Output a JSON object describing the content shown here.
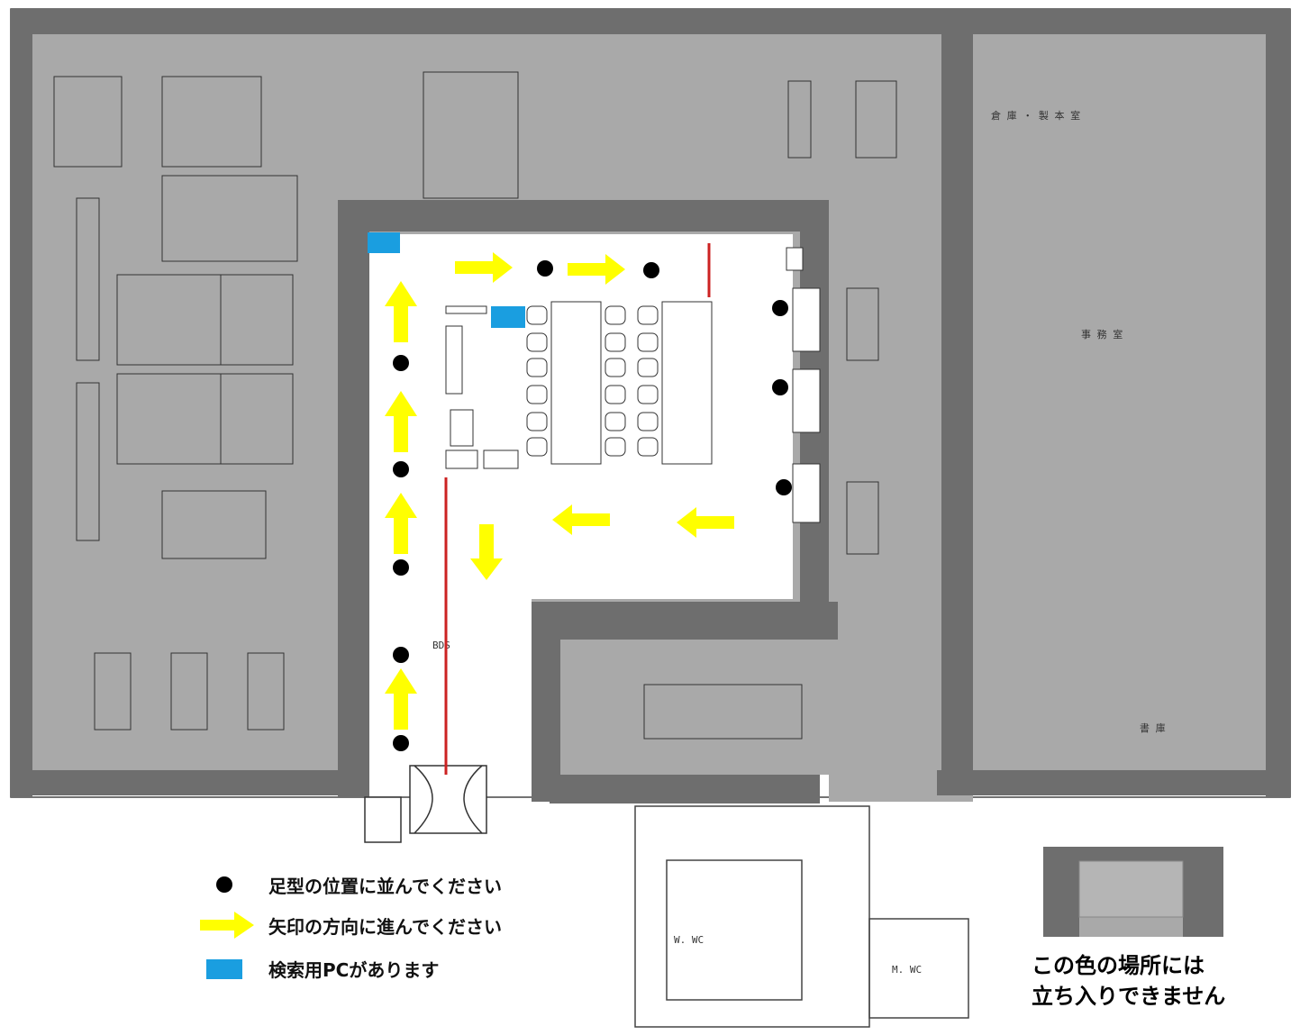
{
  "colors": {
    "restricted": "#a9a9a9",
    "wall": "#666666",
    "arrow": "#ffff00",
    "search_pc": "#1a9ee0",
    "queue_line": "#cc2222",
    "footprint": "#000000"
  },
  "map_labels": {
    "entrance": "BDS",
    "wc_left": "W. WC",
    "wc_right": "M. WC",
    "room_top_right": "倉 庫 ・ 製 本 室",
    "room_right": "事 務 室",
    "room_bottom_right": "書 庫"
  },
  "legend": {
    "footprint_label": "足型の位置に並んでください",
    "arrow_label": "矢印の方向に進んでください",
    "pc_label": "検索用PCがあります"
  },
  "note": {
    "line1": "この色の場所には",
    "line2": "立ち入りできません"
  },
  "icons": {
    "footprint": "filled-circle",
    "arrow": "right-arrow",
    "pc": "blue-square"
  }
}
